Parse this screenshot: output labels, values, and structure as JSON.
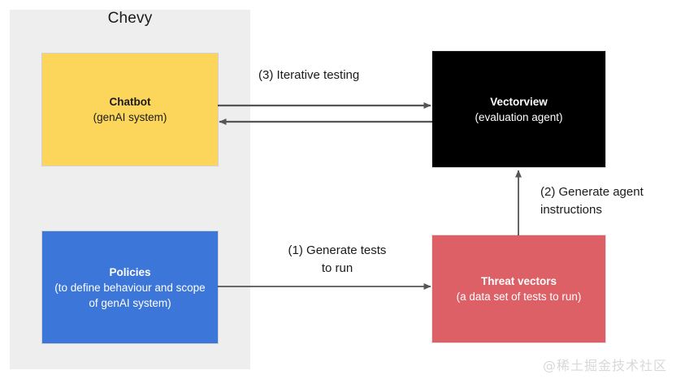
{
  "diagram": {
    "title": "Chevy",
    "group": {
      "label": "Chevy",
      "color": "#eeeeee"
    },
    "nodes": [
      {
        "id": "chatbot",
        "title": "Chatbot",
        "subtitle": "(genAI system)",
        "color": "#fbd65b",
        "text_color": "#1a1a1a"
      },
      {
        "id": "policies",
        "title": "Policies",
        "subtitle": "(to define behaviour and scope of genAI system)",
        "color": "#3b76d8",
        "text_color": "#ffffff"
      },
      {
        "id": "vectorview",
        "title": "Vectorview",
        "subtitle": "(evaluation agent)",
        "color": "#000000",
        "text_color": "#ffffff"
      },
      {
        "id": "threat_vectors",
        "title": "Threat vectors",
        "subtitle": "(a data set of tests to run)",
        "color": "#dd6066",
        "text_color": "#ffffff"
      }
    ],
    "edges": [
      {
        "id": "edge-1",
        "label": "(1) Generate tests\nto run",
        "from": "policies",
        "to": "threat_vectors",
        "direction": "right"
      },
      {
        "id": "edge-2",
        "label": "(2) Generate agent\ninstructions",
        "from": "threat_vectors",
        "to": "vectorview",
        "direction": "up"
      },
      {
        "id": "edge-3",
        "label": "(3) Iterative testing",
        "from": "chatbot",
        "to": "vectorview",
        "direction": "bidirectional"
      }
    ],
    "watermark": "@稀土掘金技术社区"
  }
}
